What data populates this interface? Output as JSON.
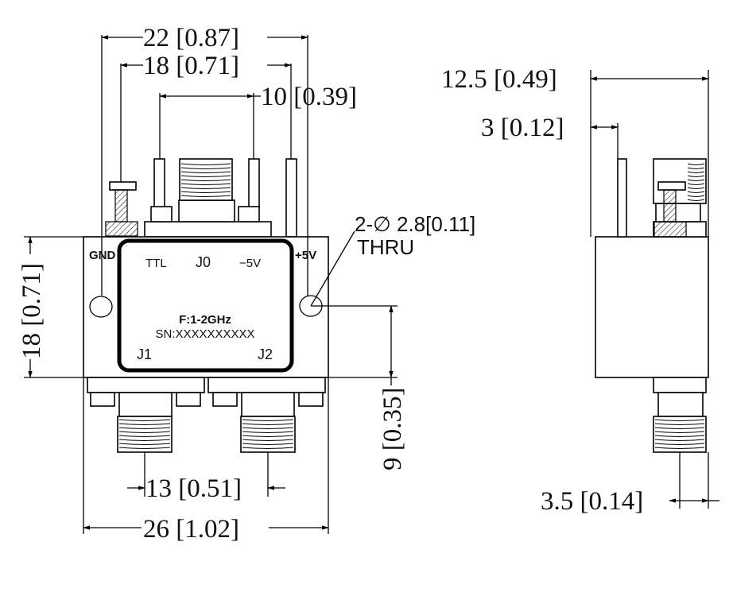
{
  "top_view": {
    "dims": {
      "overall_top": "22 [0.87]",
      "pin_span": "18 [0.71]",
      "connector_span": "10 [0.39]",
      "height_left": "18 [0.71]",
      "hole_offset": "9 [0.35]",
      "port_spacing": "13 [0.51]",
      "overall_width": "26 [1.02]"
    },
    "labels": {
      "gnd": "GND",
      "ttl": "TTL",
      "j0": "J0",
      "neg5v": "−5V",
      "pos5v": "+5V",
      "freq": "F:1-2GHz",
      "sn": "SN:XXXXXXXXXX",
      "j1": "J1",
      "j2": "J2"
    },
    "hole_note": {
      "line1": "2-∅ 2.8[0.11]",
      "line2": "THRU"
    }
  },
  "side_view": {
    "dims": {
      "depth": "12.5 [0.49]",
      "pin_offset": "3 [0.12]",
      "connector_offset": "3.5 [0.14]"
    }
  }
}
